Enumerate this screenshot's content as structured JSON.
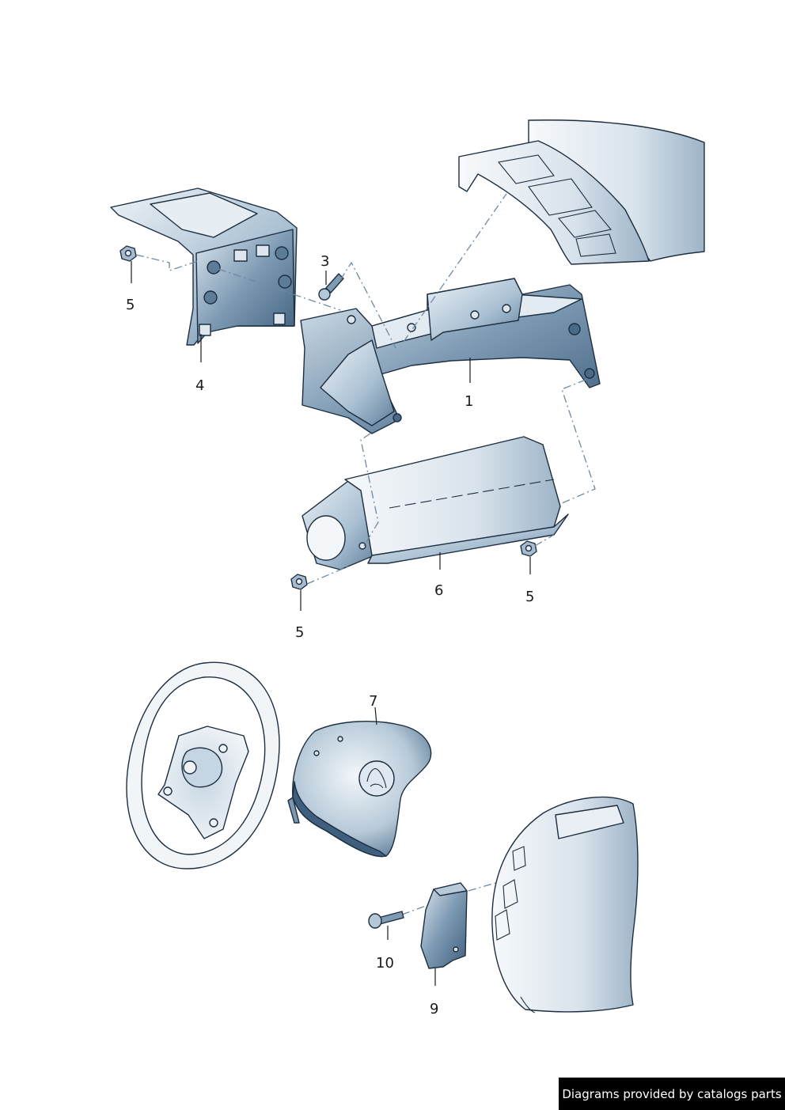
{
  "callouts": {
    "c1": "1",
    "c3": "3",
    "c4": "4",
    "c5a": "5",
    "c5b": "5",
    "c5c": "5",
    "c6": "6",
    "c7": "7",
    "c9": "9",
    "c10": "10"
  },
  "footer": {
    "text": "Diagrams provided by catalogs parts"
  },
  "colors": {
    "part_light": "#f4f7fa",
    "part_mid": "#a9c0d3",
    "part_dark": "#3f5f7e",
    "outline": "#1d2e40",
    "dash_line": "#6d8aa3",
    "footer_bg": "#000000"
  }
}
